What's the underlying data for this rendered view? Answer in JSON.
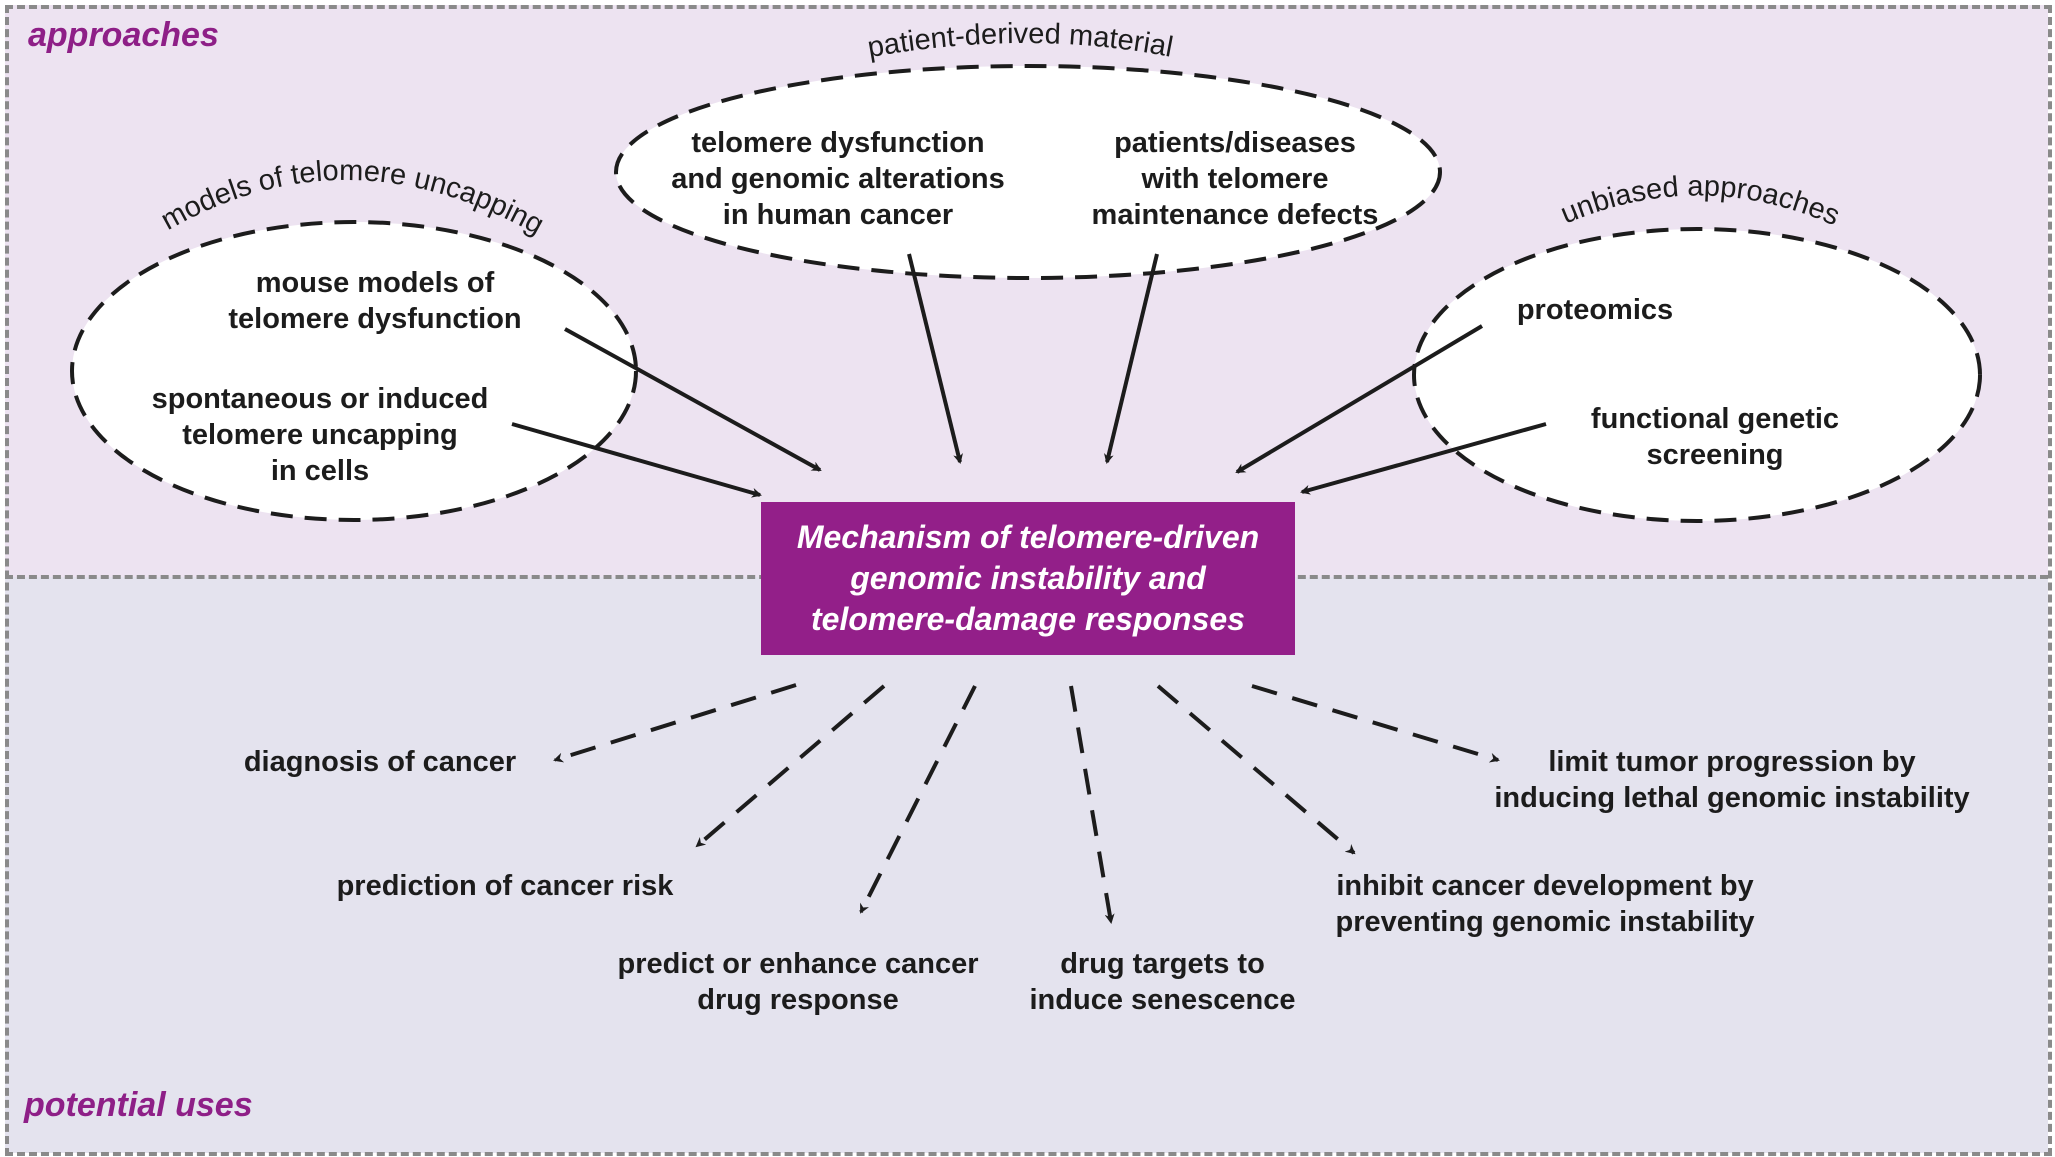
{
  "sections": {
    "approaches": "approaches",
    "potential_uses": "potential uses"
  },
  "groups": {
    "models": "models of telomere uncapping",
    "patient": "patient-derived material",
    "unbiased": "unbiased approaches"
  },
  "approaches": {
    "mouse_models": "mouse models of\ntelomere dysfunction",
    "uncapping_cells": "spontaneous or induced\ntelomere uncapping\nin cells",
    "human_cancer": "telomere dysfunction\nand genomic alterations\nin human cancer",
    "patients_diseases": "patients/diseases\nwith telomere\nmaintenance defects",
    "proteomics": "proteomics",
    "functional_screening": "functional genetic\nscreening"
  },
  "center": "Mechanism of telomere-driven\ngenomic instability and\ntelomere-damage responses",
  "uses": {
    "diagnosis": "diagnosis of cancer",
    "prediction_risk": "prediction of cancer risk",
    "drug_response": "predict or enhance cancer\ndrug response",
    "senescence": "drug targets to\ninduce senescence",
    "inhibit_development": "inhibit cancer development by\npreventing genomic instability",
    "limit_progression": "limit tumor progression by\ninducing lethal genomic instability"
  },
  "colors": {
    "accent": "#931f89",
    "top_background": "#ede3f1",
    "bottom_background": "#e4e3ee",
    "border": "#8a8a8a"
  }
}
